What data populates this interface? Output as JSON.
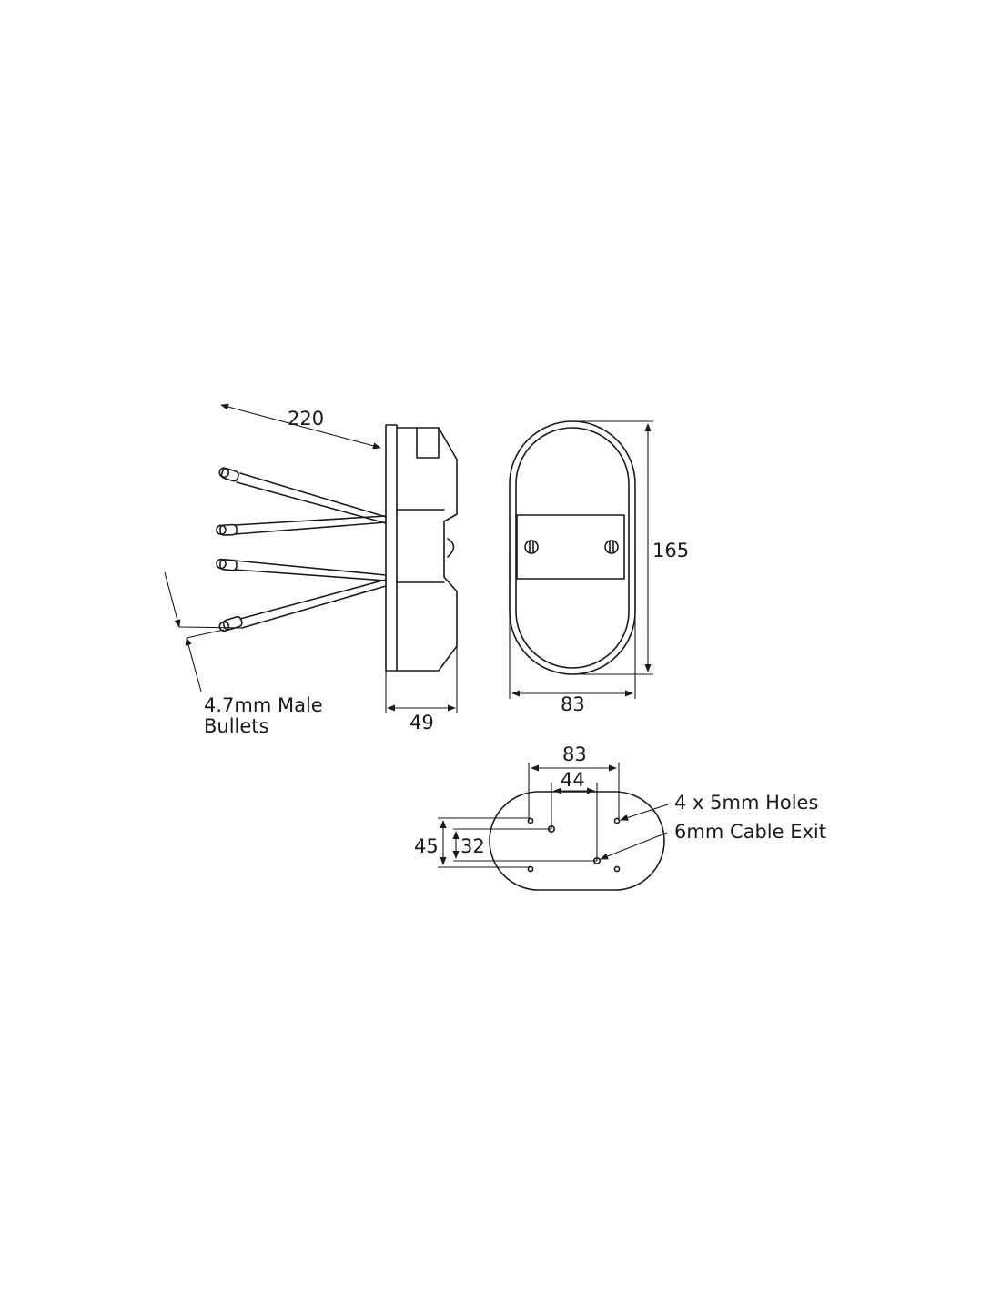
{
  "side_view": {
    "cable_length": "220",
    "depth": "49",
    "bullets_label_line1": "4.7mm Male",
    "bullets_label_line2": "Bullets"
  },
  "front_view": {
    "height": "165",
    "width": "83"
  },
  "base_view": {
    "hole_spacing_wide": "83",
    "hole_spacing_narrow": "44",
    "vertical_outer": "45",
    "vertical_inner": "32",
    "holes_label": "4 x 5mm Holes",
    "cable_exit_label": "6mm Cable Exit"
  },
  "colors": {
    "line": "#1a1a1a",
    "background": "#ffffff"
  }
}
